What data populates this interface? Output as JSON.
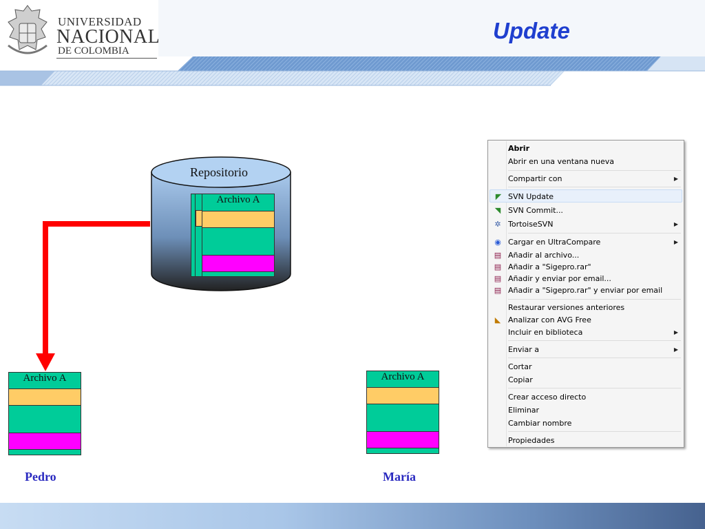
{
  "header": {
    "logo_line1": "UNIVERSIDAD",
    "logo_line2": "NACIONAL",
    "logo_line3": "DE COLOMBIA",
    "title": "Update"
  },
  "diagram": {
    "repository_label": "Repositorio",
    "repo_file_label": "Archivo A",
    "pedro_file_label": "Archivo A",
    "maria_file_label": "Archivo A",
    "pedro_name": "Pedro",
    "maria_name": "María",
    "colors": {
      "file_body": "#00cc99",
      "file_header_band": "#ffcc66",
      "file_highlight_band": "#ff00ff",
      "arrow": "#ff0000",
      "person_text": "#2a2ac0"
    }
  },
  "context_menu": {
    "items": [
      {
        "label": "Abrir",
        "bold": true
      },
      {
        "label": "Abrir en una ventana nueva"
      },
      {
        "label": "Compartir con",
        "submenu": true
      },
      {
        "label": "SVN Update",
        "icon": "svn-update-icon",
        "highlighted": true
      },
      {
        "label": "SVN Commit...",
        "icon": "svn-commit-icon"
      },
      {
        "label": "TortoiseSVN",
        "icon": "tortoisesvn-icon",
        "submenu": true
      },
      {
        "label": "Cargar en UltraCompare",
        "icon": "ultracompare-icon",
        "submenu": true
      },
      {
        "label": "Añadir al archivo...",
        "icon": "winrar-icon"
      },
      {
        "label": "Añadir a \"Sigepro.rar\"",
        "icon": "winrar-icon"
      },
      {
        "label": "Añadir y enviar por email...",
        "icon": "winrar-icon"
      },
      {
        "label": "Añadir a \"Sigepro.rar\" y enviar por email",
        "icon": "winrar-icon"
      },
      {
        "label": "Restaurar versiones anteriores"
      },
      {
        "label": "Analizar con AVG Free",
        "icon": "avg-icon"
      },
      {
        "label": "Incluir en biblioteca",
        "submenu": true
      },
      {
        "label": "Enviar a",
        "submenu": true
      },
      {
        "label": "Cortar"
      },
      {
        "label": "Copiar"
      },
      {
        "label": "Crear acceso directo"
      },
      {
        "label": "Eliminar"
      },
      {
        "label": "Cambiar nombre"
      },
      {
        "label": "Propiedades"
      }
    ]
  }
}
